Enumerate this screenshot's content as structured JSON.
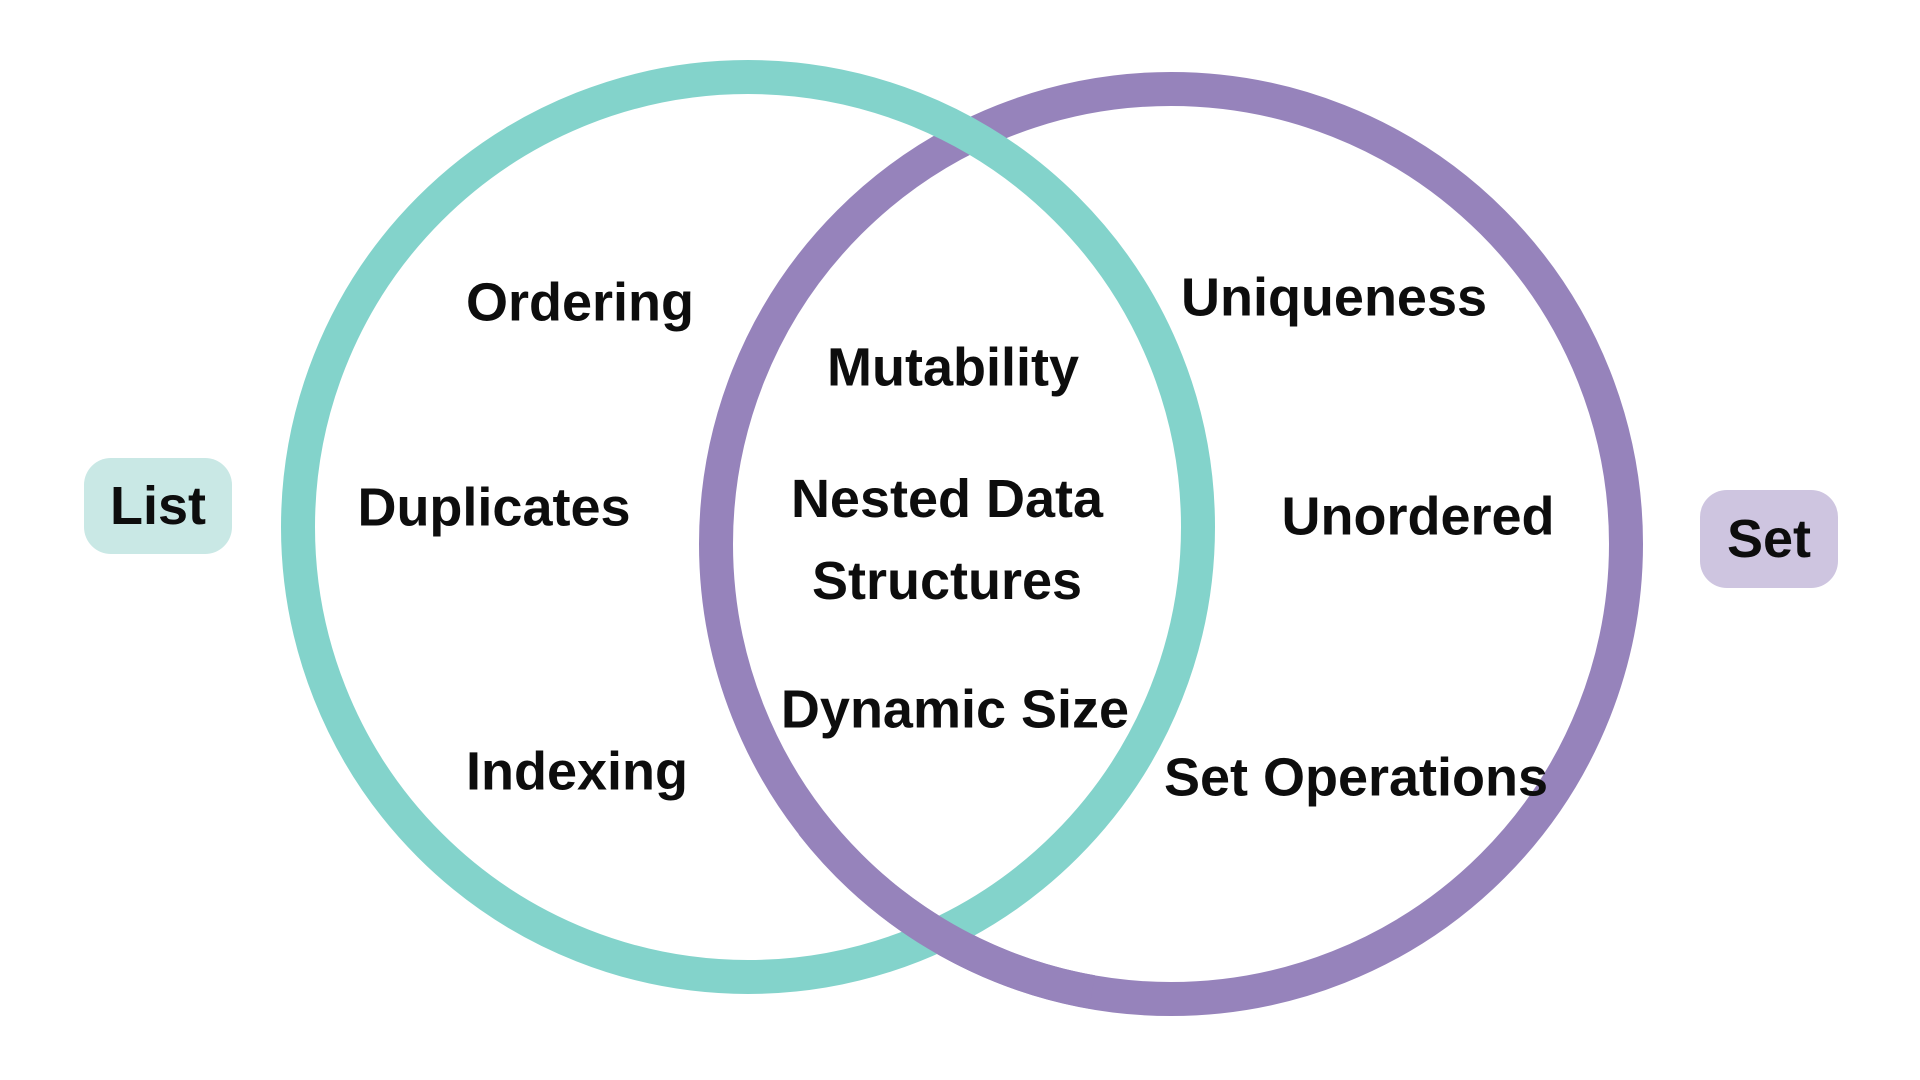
{
  "venn": {
    "background": "#ffffff",
    "text_color": "#0d0d0d",
    "left": {
      "label": "List",
      "circle_color": "#83d3cb",
      "badge_bg": "#c9e8e5",
      "items": [
        "Ordering",
        "Duplicates",
        "Indexing"
      ]
    },
    "right": {
      "label": "Set",
      "circle_color": "#9683bb",
      "badge_bg": "#cec5e0",
      "items": [
        "Uniqueness",
        "Unordered",
        "Set Operations"
      ]
    },
    "intersection": {
      "items": [
        "Mutability",
        "Nested Data Structures",
        "Dynamic Size"
      ]
    }
  }
}
